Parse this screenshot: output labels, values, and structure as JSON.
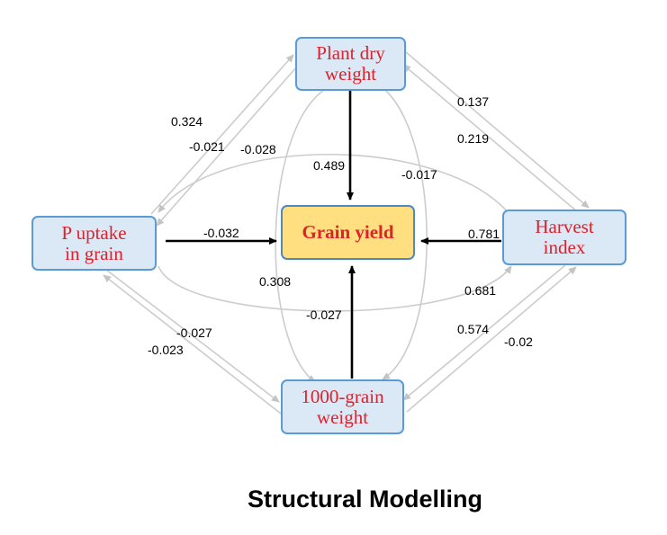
{
  "nodes": {
    "plant_dry_weight": {
      "line1": "Plant dry",
      "line2": "weight"
    },
    "p_uptake": {
      "line1": "P uptake",
      "line2": "in grain"
    },
    "harvest_index": {
      "line1": "Harvest",
      "line2": "index"
    },
    "grain_weight": {
      "line1": "1000-grain",
      "line2": "weight"
    },
    "grain_yield": {
      "label": "Grain yield"
    }
  },
  "coefficients": {
    "plant_to_yield": "0.489",
    "p_to_yield": "-0.032",
    "harvest_to_yield": "0.781",
    "grainw_to_yield": "-0.027",
    "p_plant_a": "0.324",
    "p_plant_b": "-0.021",
    "plant_harvest_a": "0.137",
    "plant_harvest_b": "0.219",
    "harvest_p_curve": "-0.028",
    "plant_grainw_right": "-0.017",
    "plant_grainw_left": "0.308",
    "p_harvest_curve": "0.681",
    "p_grainw_a": "-0.027",
    "p_grainw_b": "-0.023",
    "harvest_grainw_a": "0.574",
    "harvest_grainw_b": "-0.02"
  },
  "caption": "Structural Modelling",
  "colors": {
    "node_fill": "#dbe8f6",
    "node_border": "#5b9bd5",
    "node_text": "#e0202a",
    "target_fill": "#ffdf7f",
    "direct_arrow": "#000000",
    "correlation_line": "#c8c8c8"
  }
}
